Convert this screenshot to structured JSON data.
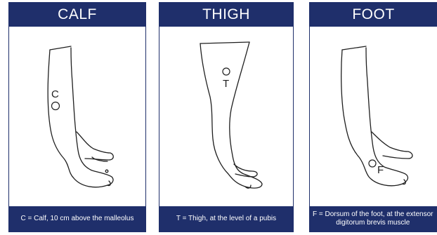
{
  "panels": [
    {
      "title": "CALF",
      "marker_label": "C",
      "caption": "C = Calf, 10 cm above the malleolus"
    },
    {
      "title": "THIGH",
      "marker_label": "T",
      "caption": "T = Thigh, at the level of a pubis"
    },
    {
      "title": "FOOT",
      "marker_label": "F",
      "caption": "F = Dorsum of the foot, at the extensor\ndigitorum brevis muscle"
    }
  ],
  "colors": {
    "header_bg": "#1f2f6b",
    "header_text": "#ffffff",
    "line": "#1f1f1f"
  }
}
